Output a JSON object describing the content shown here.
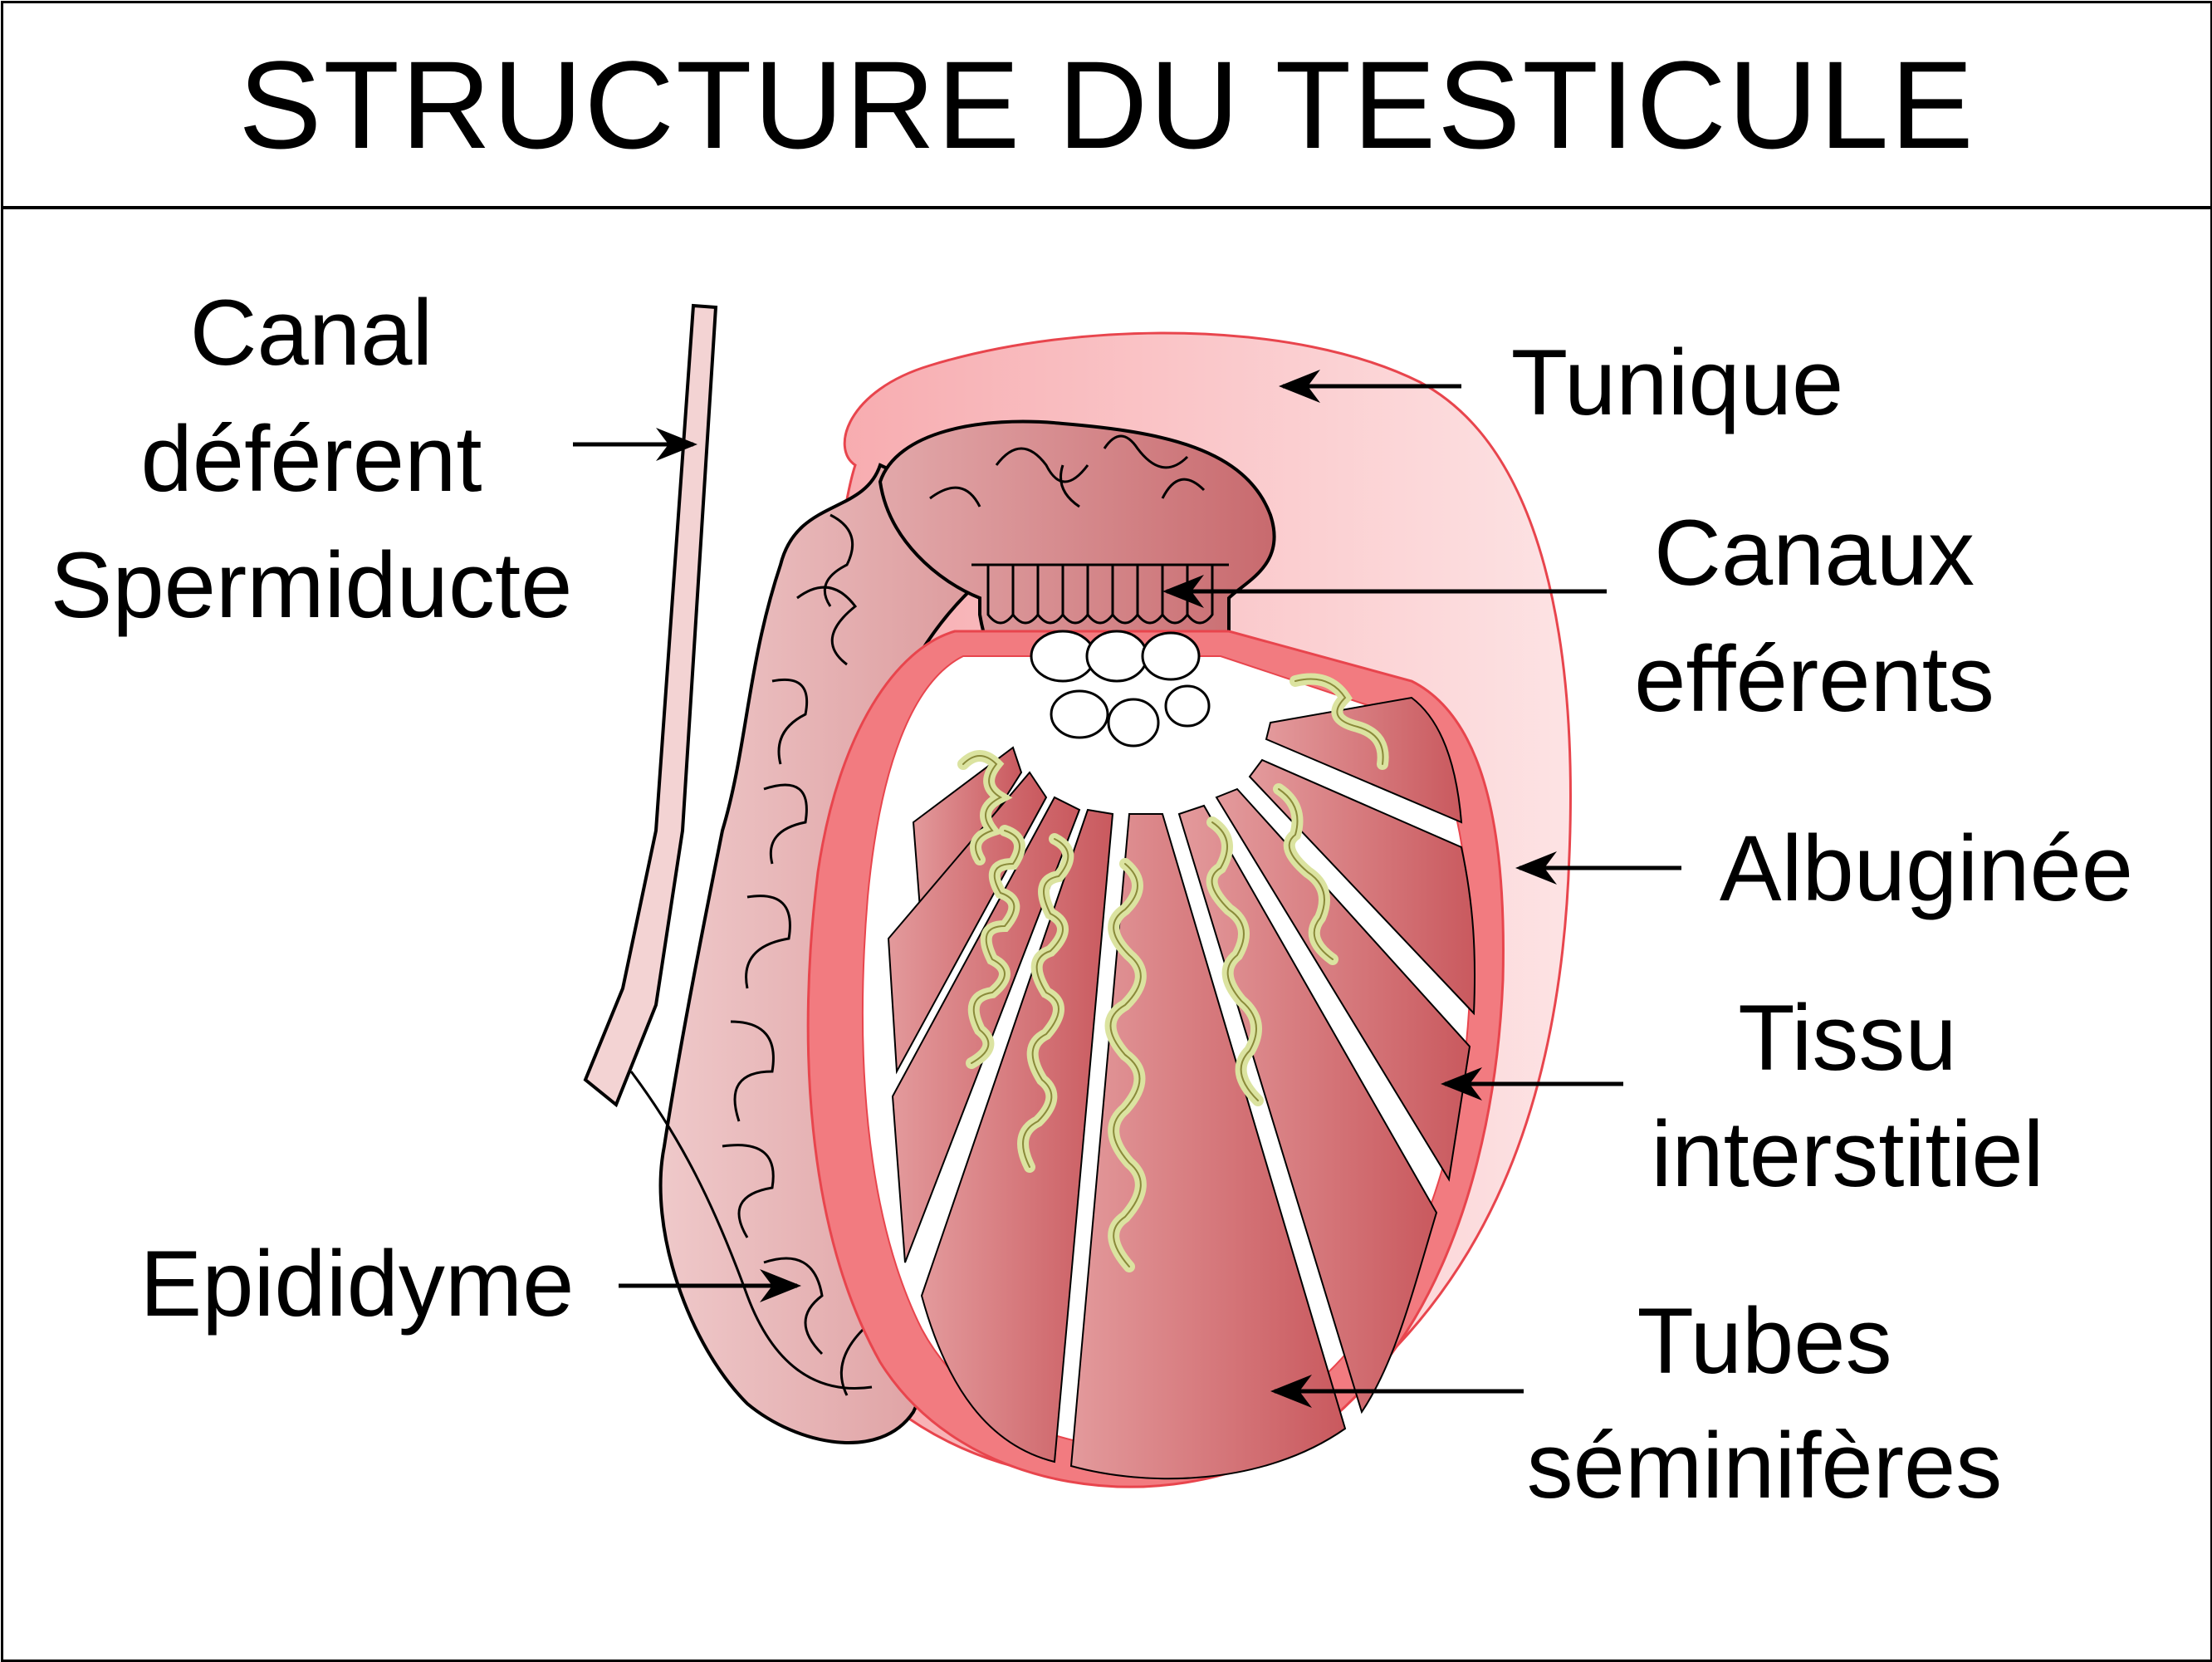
{
  "title": "STRUCTURE DU TESTICULE",
  "labels": {
    "canal_deferent": [
      "Canal",
      "déférent",
      "Spermiducte"
    ],
    "epididyme": [
      "Epididyme"
    ],
    "tunique": [
      "Tunique"
    ],
    "canaux_efferents": [
      "Canaux",
      "efférents"
    ],
    "albuginee": [
      "Albuginée"
    ],
    "tissu_interstitiel": [
      "Tissu",
      "interstitiel"
    ],
    "tubes_seminiferes": [
      "Tubes",
      "séminifères"
    ]
  },
  "colors": {
    "tunique": "#f8c6c8",
    "albuginee": "#f27b80",
    "lobule": "#d9787a",
    "epididyme": "#e9b3b4",
    "deferent": "#f3d3d3",
    "tubule": "#dbe3a0",
    "tubule_outline": "#8a8a3a"
  }
}
